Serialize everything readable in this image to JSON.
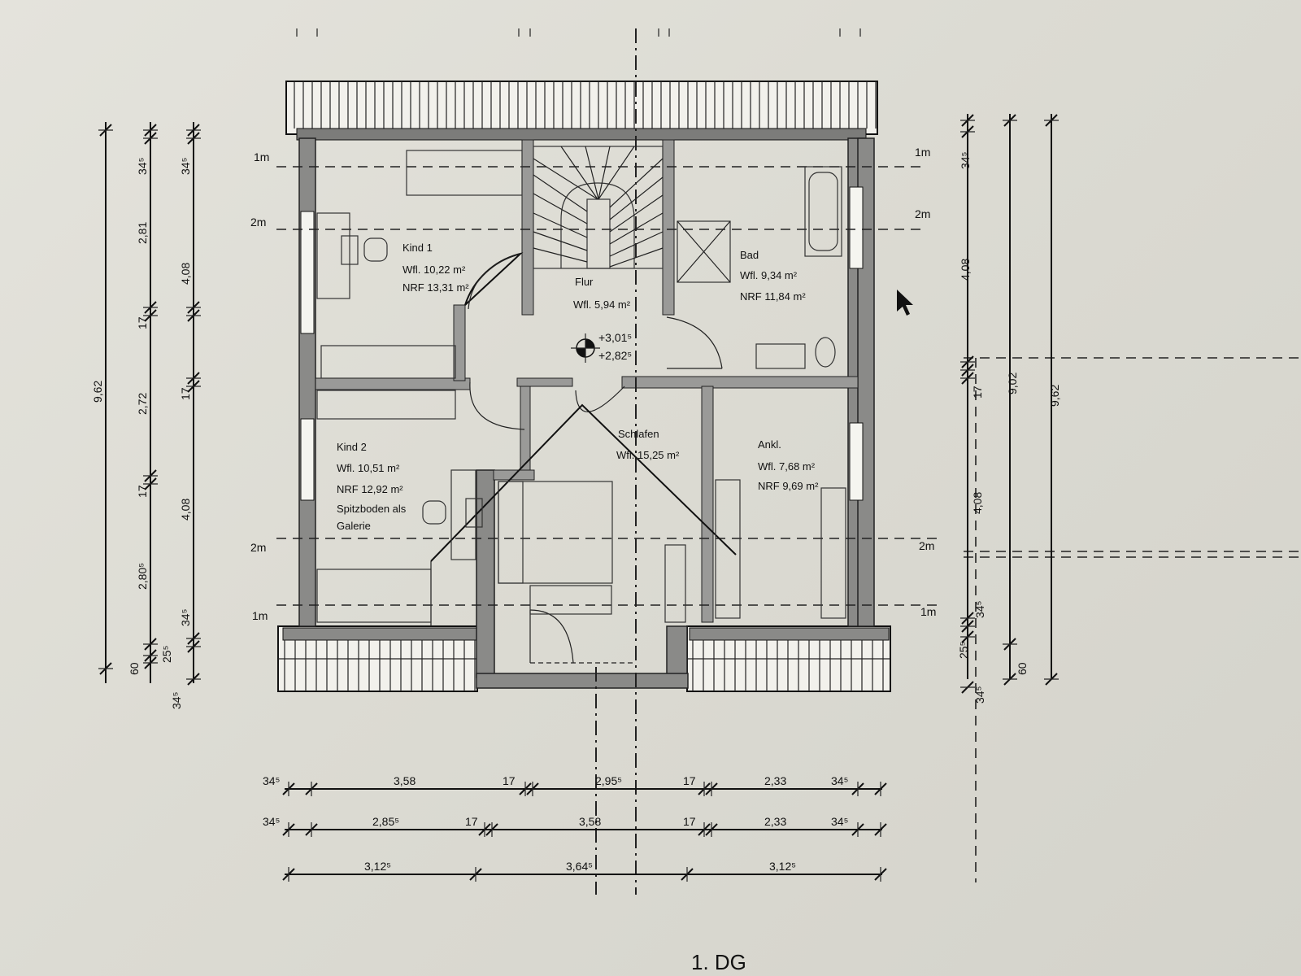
{
  "title": "1. DG",
  "rooms": {
    "kind1": {
      "name": "Kind 1",
      "wfl": "Wfl. 10,22 m²",
      "nrf": "NRF 13,31 m²"
    },
    "flur": {
      "name": "Flur",
      "wfl": "Wfl. 5,94 m²"
    },
    "bad": {
      "name": "Bad",
      "wfl": "Wfl. 9,34 m²",
      "nrf": "NRF 11,84 m²"
    },
    "kind2": {
      "name": "Kind 2",
      "wfl": "Wfl. 10,51 m²",
      "nrf": "NRF 12,92 m²",
      "note1": "Spitzboden als",
      "note2": "Galerie"
    },
    "schlafen": {
      "name": "Schlafen",
      "wfl": "Wfl. 15,25 m²"
    },
    "ankl": {
      "name": "Ankl.",
      "wfl": "Wfl. 7,68 m²",
      "nrf": "NRF 9,69 m²"
    }
  },
  "levels": {
    "top": "+3,01⁵",
    "bottom": "+2,82⁵"
  },
  "height_lines": {
    "one": "1m",
    "two": "2m"
  },
  "dims_bottom": {
    "row1": [
      "34⁵",
      "3,58",
      "17",
      "2,95⁵",
      "17",
      "2,33",
      "34⁵"
    ],
    "row2": [
      "34⁵",
      "2,85⁵",
      "17",
      "3,58",
      "17",
      "2,33",
      "34⁵"
    ],
    "row3": [
      "3,12⁵",
      "3,64⁵",
      "3,12⁵"
    ]
  },
  "dims_left": {
    "outer": "9,62",
    "col2": [
      "34⁵",
      "2,81",
      "17",
      "2,72",
      "17",
      "2,80⁵",
      "60",
      "25⁵"
    ],
    "col3": [
      "34⁵",
      "4,08",
      "17",
      "4,08",
      "34⁵",
      "34⁵"
    ]
  },
  "dims_right": {
    "col1": [
      "34⁵",
      "4,08",
      "17",
      "4,08",
      "34⁵",
      "25⁵",
      "34⁵"
    ],
    "col2": [
      "9,02",
      "60"
    ],
    "col3": [
      "9,62"
    ]
  }
}
